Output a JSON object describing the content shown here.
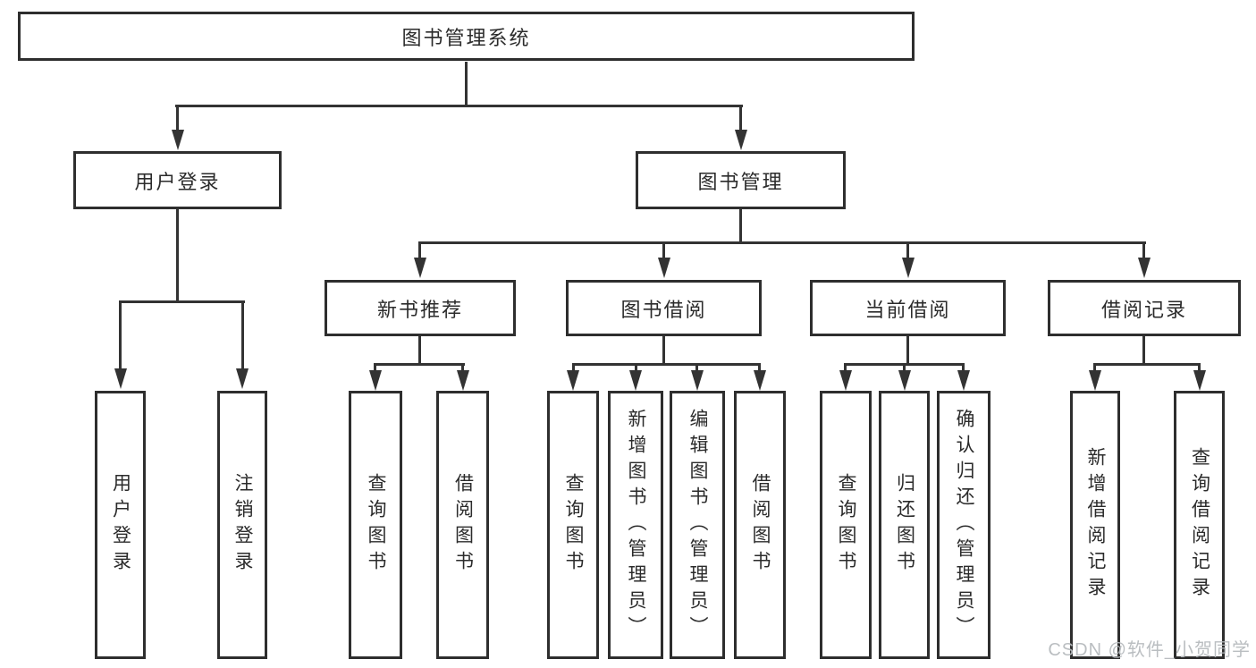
{
  "tree": {
    "root": {
      "label": "图书管理系统",
      "children": [
        {
          "label": "用户登录",
          "children": [
            {
              "label": "用户登录"
            },
            {
              "label": "注销登录"
            }
          ]
        },
        {
          "label": "图书管理",
          "children": [
            {
              "label": "新书推荐",
              "children": [
                {
                  "label": "查询图书"
                },
                {
                  "label": "借阅图书"
                }
              ]
            },
            {
              "label": "图书借阅",
              "children": [
                {
                  "label": "查询图书"
                },
                {
                  "label": "新增图书（管理员）"
                },
                {
                  "label": "编辑图书（管理员）"
                },
                {
                  "label": "借阅图书"
                }
              ]
            },
            {
              "label": "当前借阅",
              "children": [
                {
                  "label": "查询图书"
                },
                {
                  "label": "归还图书"
                },
                {
                  "label": "确认归还（管理员）"
                }
              ]
            },
            {
              "label": "借阅记录",
              "children": [
                {
                  "label": "新增借阅记录"
                },
                {
                  "label": "查询借阅记录"
                }
              ]
            }
          ]
        }
      ]
    }
  },
  "watermark": {
    "text": "CSDN @软件_小贺同学"
  },
  "colors": {
    "line": "#333333",
    "box_border": "#2e2e2e",
    "box_fill": "#ffffff",
    "text": "#2b2b2b",
    "watermark": "#b6babe"
  }
}
